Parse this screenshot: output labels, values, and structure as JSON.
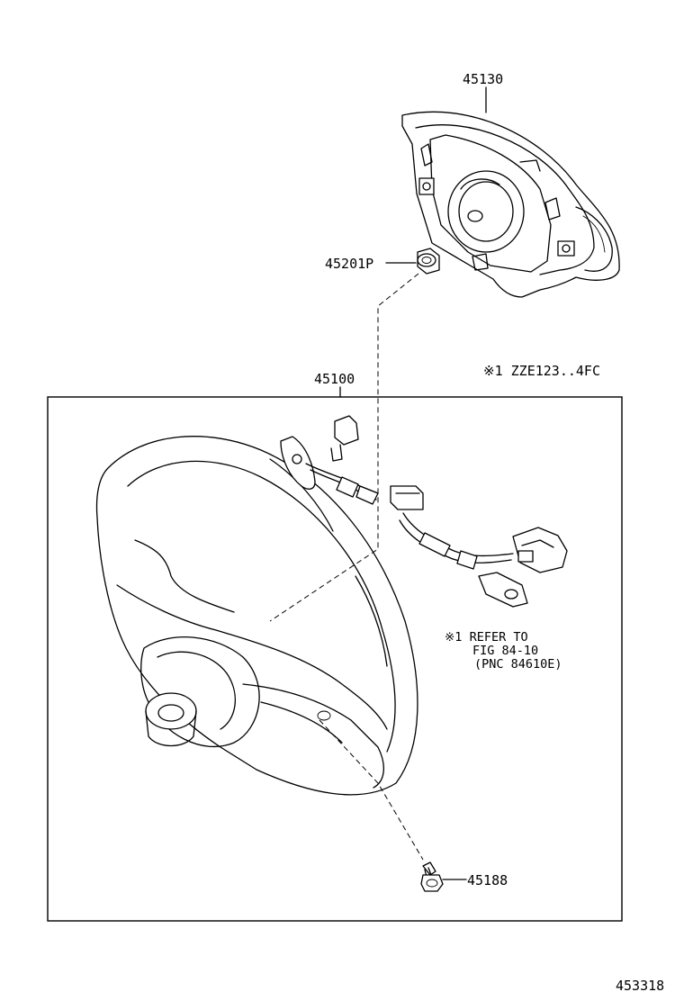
{
  "parts": {
    "airbag_pad": "45130",
    "nut": "45201P",
    "steering_wheel": "45100",
    "screw": "45188"
  },
  "model_note": "※1 ZZE123..4FC",
  "refer_note": {
    "line1": "※1 REFER TO",
    "line2": "FIG 84-10",
    "line3": "(PNC 84610E)"
  },
  "figure_number": "453318"
}
